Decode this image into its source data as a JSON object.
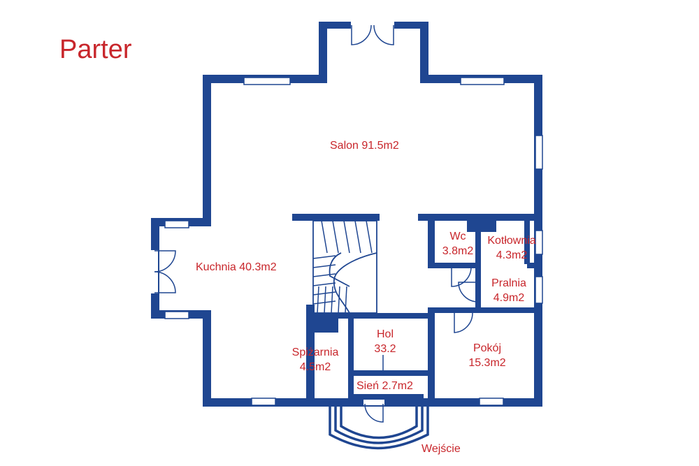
{
  "floor_title": "Parter",
  "colors": {
    "wall": "#1f4691",
    "label_text": "#c8262b",
    "window_fill": "#ffffff",
    "door_line": "#1f4691",
    "background": "#ffffff"
  },
  "rooms": {
    "salon": {
      "line1": "Salon 91.5m2"
    },
    "kuchnia": {
      "line1": "Kuchnia 40.3m2"
    },
    "wc": {
      "line1": "Wc",
      "line2": "3.8m2"
    },
    "kotlownia": {
      "line1": "Kotłownia",
      "line2": "4.3m2"
    },
    "pralnia": {
      "line1": "Pralnia",
      "line2": "4.9m2"
    },
    "hol": {
      "line1": "Hol",
      "line2": "33.2"
    },
    "pokoj": {
      "line1": "Pokój",
      "line2": "15.3m2"
    },
    "spizarnia": {
      "line1": "Spiżarnia",
      "line2": "4.5m2"
    },
    "sien": {
      "line1": "Sień 2.7m2"
    }
  },
  "entrance_label": "Wejście"
}
